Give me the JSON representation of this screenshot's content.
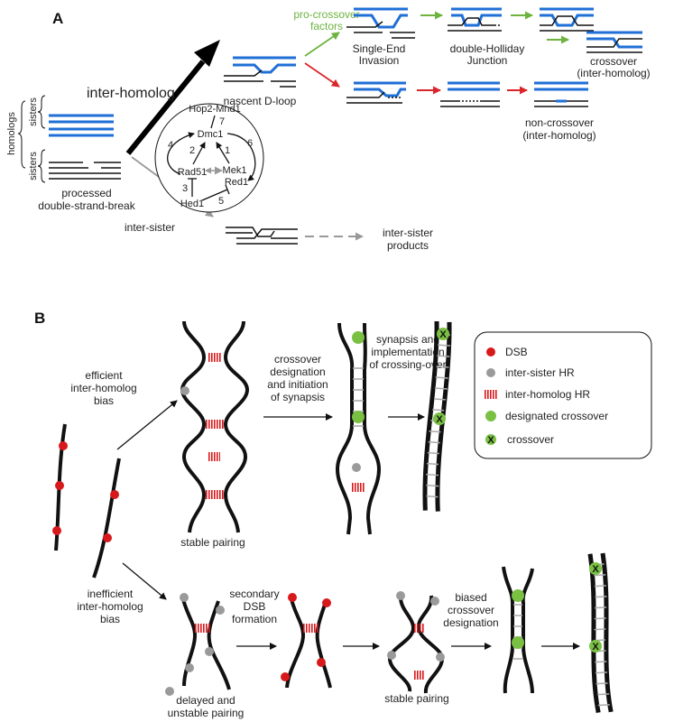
{
  "panel_a": {
    "letter": "A",
    "homologs": "homologs",
    "sisters_top": "sisters",
    "sisters_bottom": "sisters",
    "processed_l1": "processed",
    "processed_l2": "double-strand-break",
    "inter_homolog": "inter-homolog",
    "inter_sister": "inter-sister",
    "nascent_dloop": "nascent D-loop",
    "pro_crossover_l1": "pro-crossover",
    "pro_crossover_l2": "factors",
    "sei_l1": "Single-End",
    "sei_l2": "Invasion",
    "dhj_l1": "double-Holliday",
    "dhj_l2": "Junction",
    "co_l1": "crossover",
    "co_l2": "(inter-homolog)",
    "nco_l1": "non-crossover",
    "nco_l2": "(inter-homolog)",
    "isp_l1": "inter-sister",
    "isp_l2": "products",
    "network": {
      "hop2": "Hop2-Mnd1",
      "dmc1": "Dmc1",
      "rad51": "Rad51",
      "mek1": "Mek1",
      "red1": "Red1",
      "hed1": "Hed1",
      "n1": "1",
      "n2": "2",
      "n3": "3",
      "n4": "4",
      "n5": "5",
      "n6": "6",
      "n7": "7"
    }
  },
  "panel_b": {
    "letter": "B",
    "efficient_l1": "efficient",
    "efficient_l2": "inter-homolog",
    "efficient_l3": "bias",
    "inefficient_l1": "inefficient",
    "inefficient_l2": "inter-homolog",
    "inefficient_l3": "bias",
    "stable_pairing_top": "stable pairing",
    "stable_pairing_bottom": "stable pairing",
    "codes_l1": "crossover",
    "codes_l2": "designation",
    "codes_l3": "and initiation",
    "codes_l4": "of synapsis",
    "syn_l1": "synapsis and",
    "syn_l2": "implementation",
    "syn_l3": "of crossing-over",
    "sec_l1": "secondary",
    "sec_l2": "DSB",
    "sec_l3": "formation",
    "biased_l1": "biased",
    "biased_l2": "crossover",
    "biased_l3": "designation",
    "delayed_l1": "delayed and",
    "delayed_l2": "unstable pairing",
    "legend": {
      "dsb": "DSB",
      "inter_sister_hr": "inter-sister HR",
      "inter_homolog_hr": "inter-homolog HR",
      "designated_crossover": "designated crossover",
      "crossover": "crossover",
      "mark": "X"
    }
  },
  "colors": {
    "blue_dna": "#1f6fd6",
    "green_arrow": "#6db33f",
    "red_arrow": "#d9262b",
    "gray": "#999999",
    "dsb_red": "#d7191c",
    "hr_gray": "#9a9a9a",
    "crossover_green": "#7ac143"
  }
}
